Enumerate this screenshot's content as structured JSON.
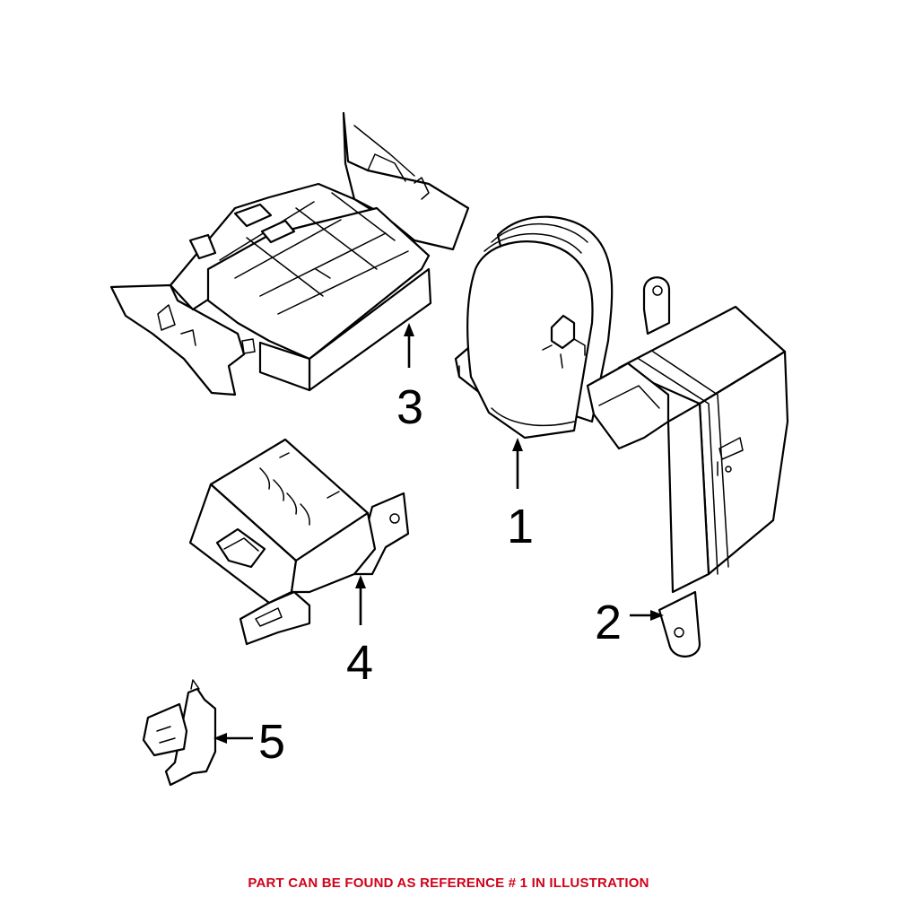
{
  "callouts": {
    "ref1": "1",
    "ref2": "2",
    "ref3": "3",
    "ref4": "4",
    "ref5": "5"
  },
  "footer": {
    "note": "PART CAN BE FOUND AS REFERENCE # 1 IN ILLUSTRATION"
  },
  "colors": {
    "line": "#000000",
    "background": "#ffffff",
    "note": "#d0021b"
  }
}
